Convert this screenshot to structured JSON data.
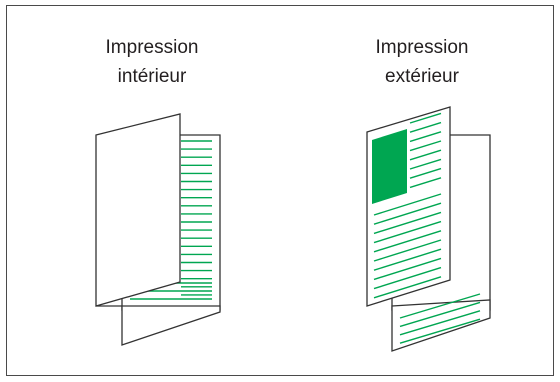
{
  "options": [
    {
      "title_line1": "Impression",
      "title_line2": "intérieur"
    },
    {
      "title_line1": "Impression",
      "title_line2": "extérieur"
    }
  ],
  "colors": {
    "frame": "#4a4a4a",
    "outline": "#333333",
    "accent": "#00a651"
  }
}
